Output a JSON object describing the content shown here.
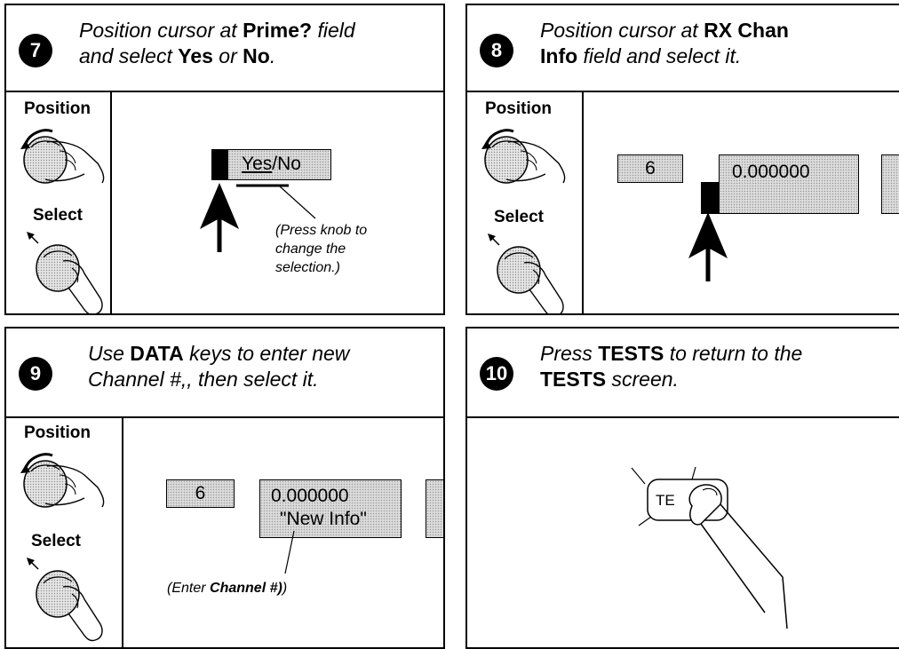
{
  "steps": [
    {
      "number": "7",
      "line1_a": "Position cursor at ",
      "line1_b": "Prime?",
      "line1_c": " field",
      "line2_a": "and select ",
      "line2_b": "Yes",
      "line2_c": " or ",
      "line2_d": "No",
      "line2_e": ".",
      "yes": "Yes",
      "slash_no": "/No",
      "note_lines": [
        "(Press knob to",
        "change the",
        "selection.)"
      ]
    },
    {
      "number": "8",
      "line1_a": "Position cursor at ",
      "line1_b": "RX Chan",
      "line2_a": "Info",
      "line2_b": " field and select it.",
      "field_channel": "6",
      "field_value": "0.000000"
    },
    {
      "number": "9",
      "line1_a": "Use ",
      "line1_b": "DATA",
      "line1_c": " keys to enter new",
      "line2": "Channel #,, then select it.",
      "field_channel": "6",
      "field_value": "0.000000",
      "field_info": "\"New Info\"",
      "note_a": "(Enter ",
      "note_b": "Channel #)",
      "note_c": ")"
    },
    {
      "number": "10",
      "line1_a": "Press ",
      "line1_b": "TESTS",
      "line1_c": " to return to the",
      "line2_a": "TESTS",
      "line2_b": " screen.",
      "key_label": "TE"
    }
  ],
  "knob": {
    "position_label": "Position",
    "select_label": "Select"
  }
}
